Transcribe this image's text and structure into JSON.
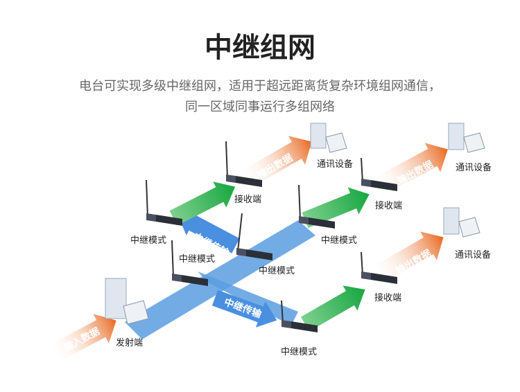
{
  "title": "中继组网",
  "subtitle": [
    "电台可实现多级中继组网，适用于超远距离货复杂环境组网通信，",
    "同一区域同事运行多组网络"
  ],
  "labels": {
    "comm": "通讯设备",
    "receiver": "接收端",
    "relay": "中继模式",
    "sender": "发射端"
  },
  "arrows": {
    "input": "输入数据",
    "output": "输出数据",
    "relay": "中继传输"
  },
  "colors": {
    "green": "#1fae4a",
    "orange": "#e8661c",
    "blue": "#4a90d9"
  }
}
